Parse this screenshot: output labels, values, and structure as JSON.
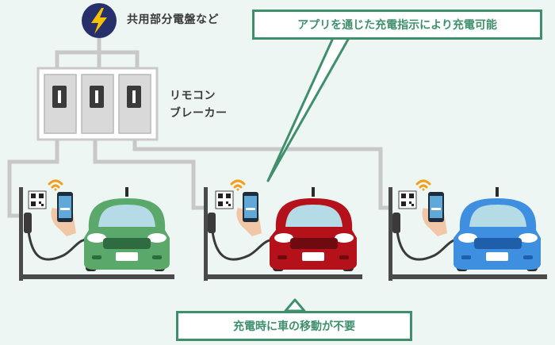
{
  "panel_label": "共用部分電盤など",
  "breaker_label": [
    "リモコン",
    "ブレーカー"
  ],
  "callout_top": "アプリを通じた充電指示により充電可能",
  "callout_bottom": "充電時に車の移動が不要",
  "colors": {
    "callout_green": "#3f8f6c",
    "car_green": "#5aa86a",
    "car_red": "#b4111b",
    "car_blue": "#3f8fe0",
    "bolt_yellow": "#f6c200",
    "navy_circle": "#27306a",
    "wifi_orange": "#f0a020"
  },
  "icons": [
    "lightning-bolt-icon",
    "wifi-icon",
    "qr-code-icon",
    "smartphone-icon"
  ]
}
